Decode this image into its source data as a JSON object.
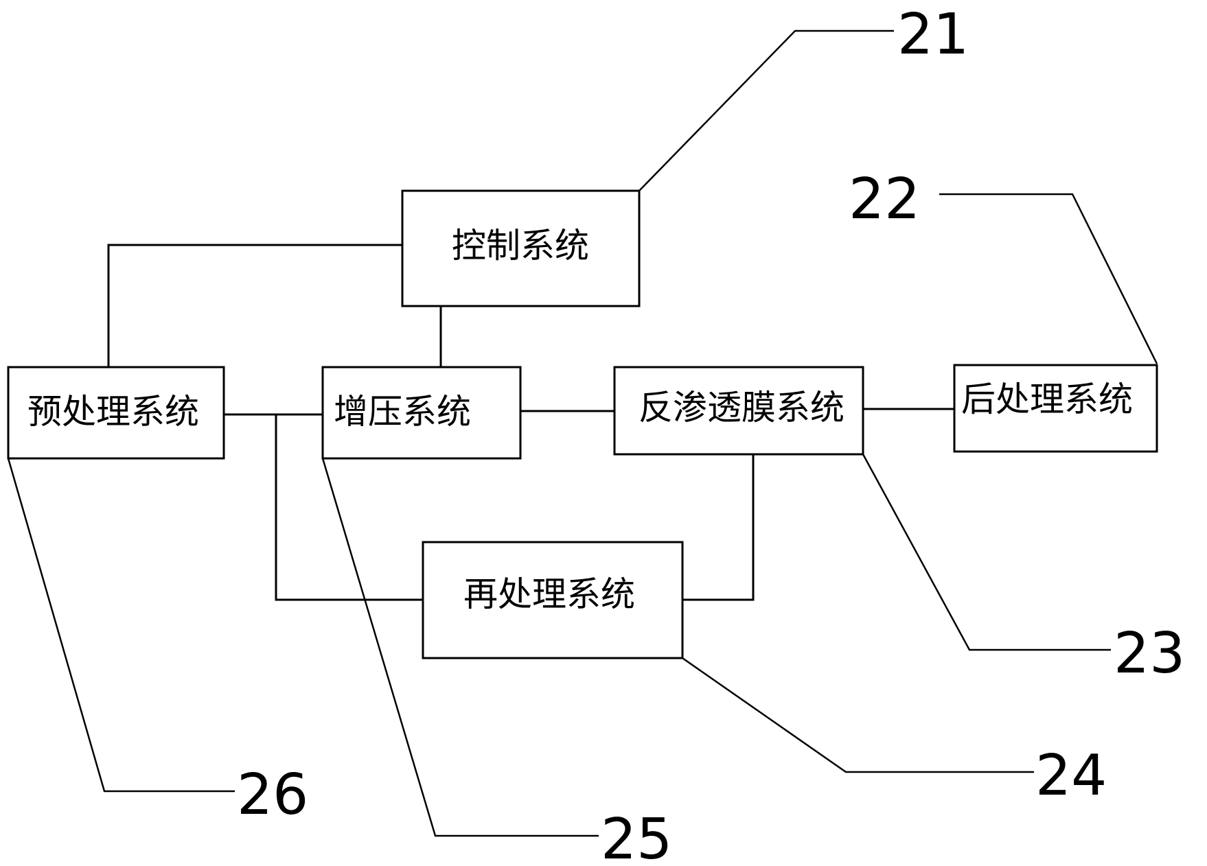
{
  "boxes": {
    "control": "控制系统",
    "pretreatment": "预处理系统",
    "booster": "增压系统",
    "reverse_osmosis": "反渗透膜系统",
    "posttreatment": "后处理系统",
    "reprocessing": "再处理系统"
  },
  "reference_numerals": {
    "control": "21",
    "posttreatment": "22",
    "reverse_osmosis": "23",
    "reprocessing": "24",
    "booster": "25",
    "pretreatment": "26"
  },
  "colors": {
    "line": "#000000",
    "background": "#ffffff"
  }
}
